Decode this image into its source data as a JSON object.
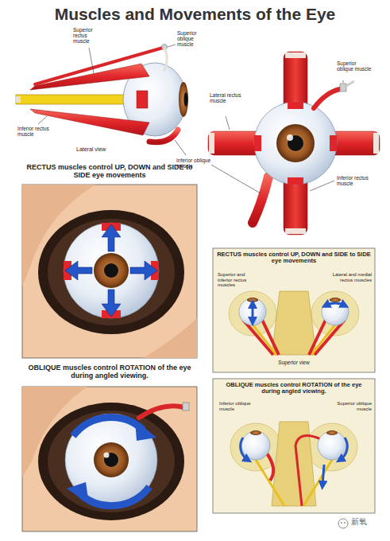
{
  "diagram": {
    "title": "Muscles and Movements of the Eye",
    "labels": [
      "Superior rectus muscle",
      "Superior oblique muscle",
      "Inferior rectus muscle",
      "Lateral view",
      "Inferior oblique muscle",
      "Superior oblique muscle",
      "Lateral rectus muscle",
      "Inferior rectus muscle",
      "RECTUS muscles control UP, DOWN and SIDE to SIDE eye movements",
      "RECTUS muscles control UP, DOWN and SIDE to SIDE eye movements",
      "Superior and inferior rectus muscles",
      "Lateral and medial rectus muscles",
      "Superior view",
      "OBLIQUE muscles control ROTATION of the eye during angled viewing.",
      "OBLIQUE muscles control ROTATION of the eye during angled viewing.",
      "Inferior oblique muscle",
      "Superior oblique muscle",
      "新氧"
    ]
  }
}
